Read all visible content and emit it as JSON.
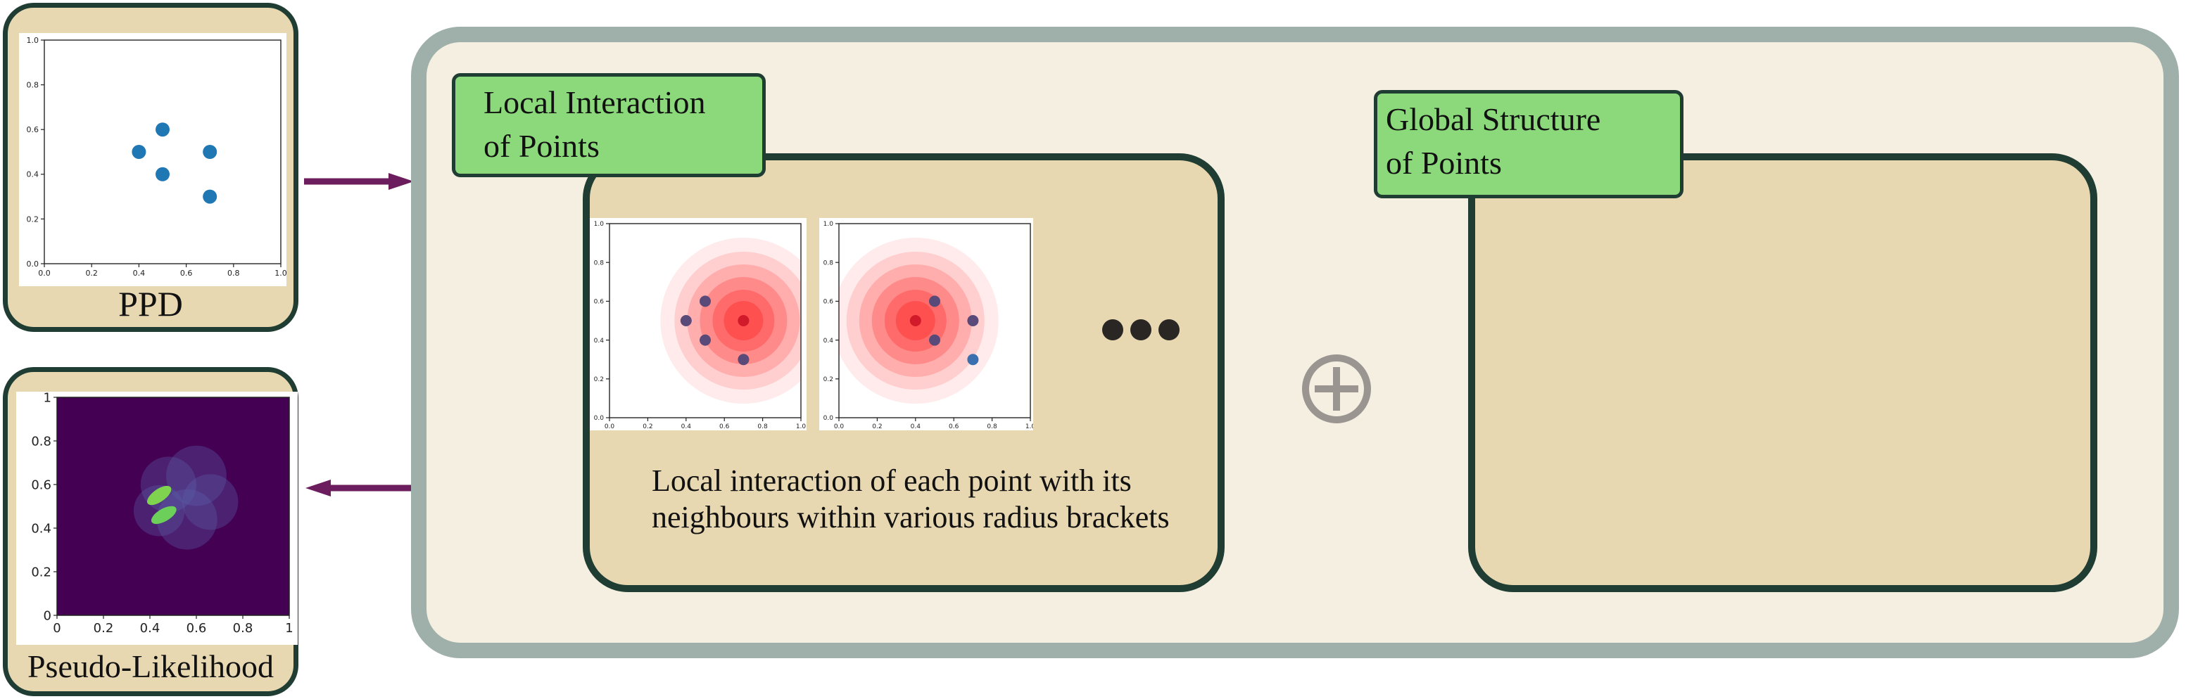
{
  "ppd_panel": {
    "caption": "PPD",
    "x_ticks": [
      "0.0",
      "0.2",
      "0.4",
      "0.6",
      "0.8",
      "1.0"
    ],
    "y_ticks": [
      "0.0",
      "0.2",
      "0.4",
      "0.6",
      "0.8",
      "1.0"
    ],
    "point_color": "#1f77b4"
  },
  "pseudo_panel": {
    "caption": "Pseudo-Likelihood",
    "x_ticks": [
      "0",
      "0.2",
      "0.4",
      "0.6",
      "0.8",
      "1"
    ],
    "y_ticks": [
      "0",
      "0.2",
      "0.4",
      "0.6",
      "0.8",
      "1"
    ],
    "background_color": "#440154"
  },
  "local_box": {
    "label": "Local Interaction\n of Points",
    "description": "Local interaction of each point with its neighbours within various radius brackets",
    "x_ticks": [
      "0.0",
      "0.2",
      "0.4",
      "0.6",
      "0.8",
      "1.0"
    ],
    "y_ticks": [
      "0.0",
      "0.2",
      "0.4",
      "0.6",
      "0.8",
      "1.0"
    ]
  },
  "global_box": {
    "label": "Global Structure\n of Points"
  },
  "operator": "⊕",
  "colors": {
    "arrow": "#6b1d5e",
    "card_fill": "#e8d8b2",
    "card_border": "#1f3d33",
    "label_fill": "#8bd97a",
    "outer_fill": "#f4efe1",
    "outer_border": "#9fb0aa"
  },
  "chart_data": [
    {
      "type": "scatter",
      "name_ref": "PPD",
      "x": [
        0.4,
        0.5,
        0.5,
        0.7,
        0.7
      ],
      "y": [
        0.5,
        0.6,
        0.4,
        0.5,
        0.3
      ],
      "xlim": [
        0,
        1
      ],
      "ylim": [
        0,
        1
      ]
    },
    {
      "type": "scatter",
      "name_ref": "local-interaction-1",
      "center": [
        0.7,
        0.5
      ],
      "x": [
        0.4,
        0.5,
        0.5,
        0.7,
        0.7
      ],
      "y": [
        0.5,
        0.6,
        0.4,
        0.5,
        0.3
      ],
      "xlim": [
        0,
        1
      ],
      "ylim": [
        0,
        1
      ]
    },
    {
      "type": "scatter",
      "name_ref": "local-interaction-2",
      "center": [
        0.4,
        0.5
      ],
      "x": [
        0.4,
        0.5,
        0.5,
        0.7,
        0.7
      ],
      "y": [
        0.5,
        0.6,
        0.4,
        0.5,
        0.3
      ],
      "xlim": [
        0,
        1
      ],
      "ylim": [
        0,
        1
      ]
    },
    {
      "type": "heatmap",
      "name_ref": "Pseudo-Likelihood",
      "xlim": [
        0,
        1
      ],
      "ylim": [
        0,
        1
      ]
    }
  ]
}
